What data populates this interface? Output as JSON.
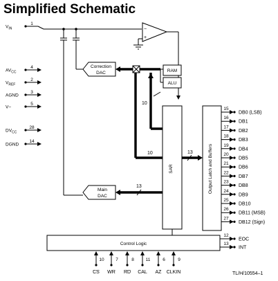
{
  "title": "Simplified Schematic",
  "reference": "TL/H/10554–1",
  "blocks": {
    "correction_dac": [
      "Correction",
      "DAC"
    ],
    "main_dac": [
      "Main",
      "DAC"
    ],
    "ram": "RAM",
    "alu": "ALU",
    "sar": "SAR",
    "output_latch": "Output Latch and Buffers",
    "control_logic": "Control Logic"
  },
  "bus_widths": {
    "alu_to_sar": "10",
    "sar_horizontal": "10",
    "sar_to_latch": "13",
    "sar_to_main_dac": "13"
  },
  "left_pins": [
    {
      "pin": "1",
      "sub": "IN",
      "base": "V"
    },
    {
      "pin": "4",
      "sub": "CC",
      "base": "AV"
    },
    {
      "pin": "2",
      "sub": "REF",
      "base": "V"
    },
    {
      "pin": "3",
      "sub": "",
      "base": "AGND"
    },
    {
      "pin": "5",
      "sub": "",
      "base": "V−"
    },
    {
      "pin": "28",
      "sub": "CC",
      "base": "DV"
    },
    {
      "pin": "14",
      "sub": "",
      "base": "DGND"
    }
  ],
  "output_pins": [
    {
      "pin": "15",
      "label": "DB0 (LSB)"
    },
    {
      "pin": "16",
      "label": "DB1"
    },
    {
      "pin": "17",
      "label": "DB2"
    },
    {
      "pin": "18",
      "label": "DB3"
    },
    {
      "pin": "19",
      "label": "DB4"
    },
    {
      "pin": "20",
      "label": "DB5"
    },
    {
      "pin": "21",
      "label": "DB6"
    },
    {
      "pin": "22",
      "label": "DB7"
    },
    {
      "pin": "23",
      "label": "DB8"
    },
    {
      "pin": "24",
      "label": "DB9"
    },
    {
      "pin": "25",
      "label": "DB10"
    },
    {
      "pin": "26",
      "label": "DB11 (MSB)"
    },
    {
      "pin": "27",
      "label": "DB12 (Sign)"
    }
  ],
  "control_out_pins": [
    {
      "pin": "12",
      "label": "EOC",
      "overbar": false
    },
    {
      "pin": "13",
      "label": "INT",
      "overbar": true
    }
  ],
  "control_in_pins": [
    {
      "pin": "10",
      "label": "CS",
      "overbar": true
    },
    {
      "pin": "7",
      "label": "WR",
      "overbar": true
    },
    {
      "pin": "8",
      "label": "RD",
      "overbar": true
    },
    {
      "pin": "11",
      "label": "CAL",
      "overbar": false
    },
    {
      "pin": "6",
      "label": "AZ",
      "overbar": false
    },
    {
      "pin": "9",
      "label": "CLKIN",
      "overbar": false
    }
  ]
}
